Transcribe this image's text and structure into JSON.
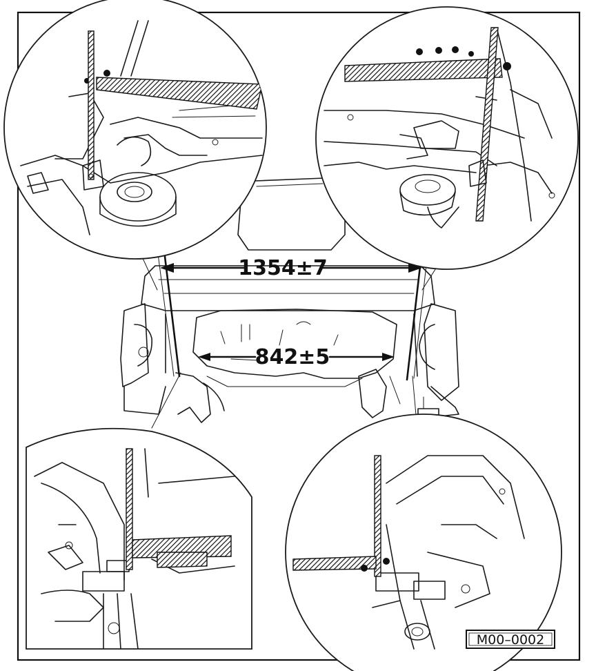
{
  "diagram": {
    "dimension_upper": "1354±7",
    "dimension_lower": "842±5",
    "figure_code": "M00–0002"
  }
}
